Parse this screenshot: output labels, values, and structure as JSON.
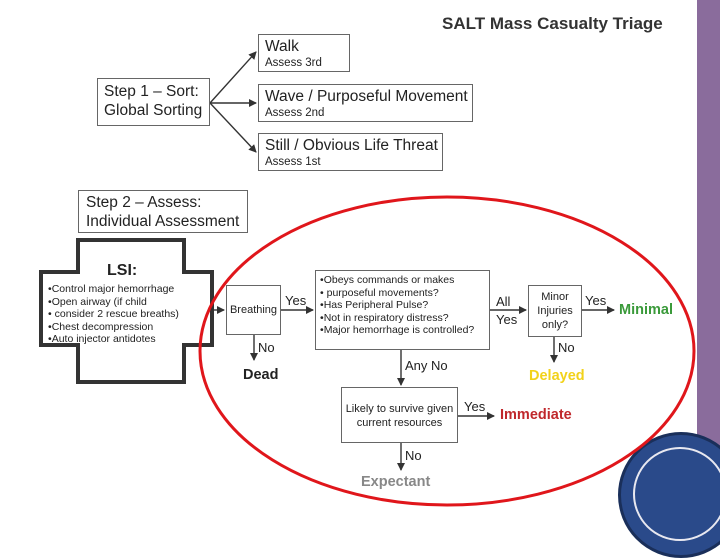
{
  "title": "SALT Mass Casualty Triage",
  "step1": {
    "line1": "Step 1 – Sort:",
    "line2": "Global Sorting"
  },
  "sort_boxes": [
    {
      "label": "Walk",
      "sub": "Assess 3rd"
    },
    {
      "label": "Wave / Purposeful Movement",
      "sub": "Assess 2nd"
    },
    {
      "label": "Still / Obvious Life Threat",
      "sub": "Assess 1st"
    }
  ],
  "step2": {
    "line1": "Step 2 – Assess:",
    "line2": "Individual Assessment"
  },
  "lsi": {
    "heading": "LSI:",
    "items": [
      "Control major hemorrhage",
      "Open airway (if child",
      "  consider 2 rescue breaths)",
      "Chest decompression",
      "Auto injector antidotes"
    ]
  },
  "breathing": "Breathing",
  "criteria": [
    "Obeys commands or makes",
    "  purposeful movements?",
    "Has Peripheral Pulse?",
    "Not in respiratory distress?",
    "Major hemorrhage is controlled?"
  ],
  "minor": [
    "Minor",
    "Injuries",
    "only?"
  ],
  "likely": [
    "Likely to survive given",
    "current resources"
  ],
  "labels": {
    "yes": "Yes",
    "no": "No",
    "all": "All",
    "any_no": "Any No"
  },
  "outcomes": {
    "dead": "Dead",
    "minimal": "Minimal",
    "delayed": "Delayed",
    "immediate": "Immediate",
    "expectant": "Expectant"
  },
  "colors": {
    "minimal": "#3a9a3a",
    "delayed": "#f2d21a",
    "immediate": "#c0282c",
    "expectant": "#888888",
    "dead": "#222222",
    "oval": "#e0161b",
    "sidebar": "#8a6c9c"
  }
}
